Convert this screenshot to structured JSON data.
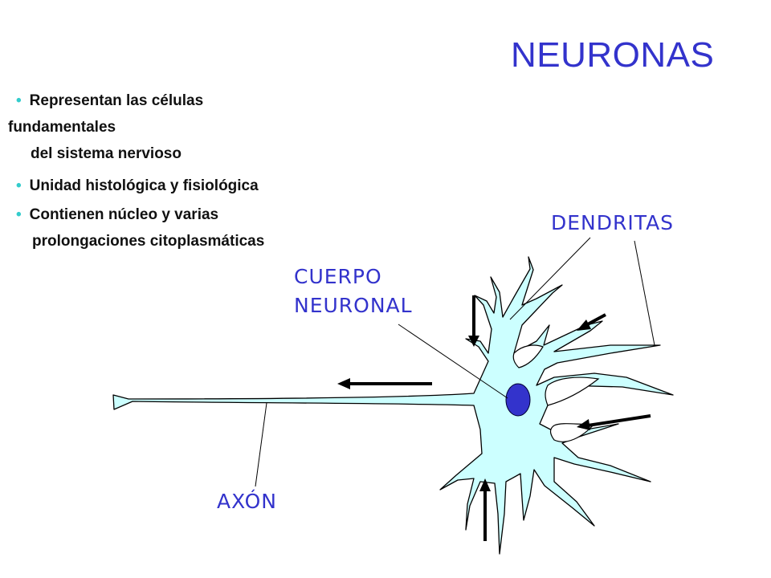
{
  "title": "NEURONAS",
  "bullets": [
    {
      "lines": [
        "Representan las células",
        "fundamentales",
        "del sistema nervioso"
      ]
    },
    {
      "lines": [
        "Unidad histológica y fisiológica"
      ]
    },
    {
      "lines": [
        "Contienen núcleo y varias",
        "prolongaciones citoplasmáticas"
      ]
    }
  ],
  "labels": {
    "dendritas": "DENDRITAS",
    "cuerpo_line1": "CUERPO",
    "cuerpo_line2": "NEURONAL",
    "axon": "AXÓN"
  },
  "colors": {
    "title": "#3333cc",
    "labels": "#3333cc",
    "bullet": "#33cccc",
    "cell_fill": "#ccffff",
    "nucleus": "#3333cc",
    "outline": "#000000"
  }
}
